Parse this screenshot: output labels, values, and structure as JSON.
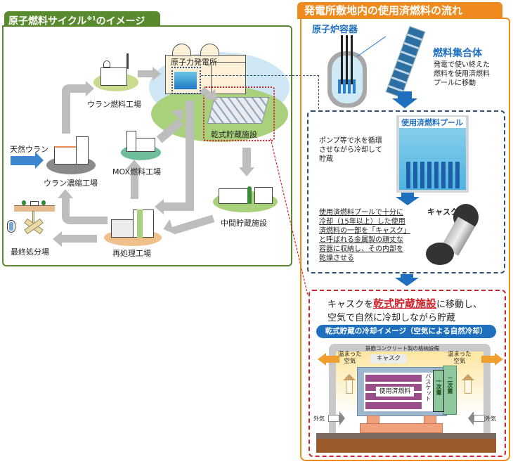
{
  "left": {
    "title": "原子燃料サイクル",
    "title_sup": "※1",
    "title_suffix": "のイメージ",
    "nodes": {
      "power_plant": "原子力発電所",
      "uranium_fuel_plant": "ウラン燃料工場",
      "natural_uranium": "天然ウラン",
      "enrichment_plant": "ウラン濃縮工場",
      "mox_plant": "MOX燃料工場",
      "dry_storage": "乾式貯蔵施設",
      "interim_storage": "中間貯蔵施設",
      "reprocessing_plant": "再処理工場",
      "final_disposal": "最終処分場"
    }
  },
  "right": {
    "title": "発電所敷地内の使用済燃料の流れ",
    "reactor_label": "原子炉容器",
    "fuel_assembly_label": "燃料集合体",
    "fuel_assembly_desc": [
      "発電で使い終えた",
      "燃料を使用済燃料",
      "プールに移動"
    ],
    "pool_label": "使用済燃料プール",
    "pool_desc": [
      "ポンプ等で水を循環",
      "させながら冷却して",
      "貯蔵"
    ],
    "cask_label": "キャスク",
    "cask_desc": [
      "使用済燃料プールで十分に",
      "冷却（15年以上）した使用",
      "済燃料の一部を「キャスク」",
      "と呼ばれる金属製の頑丈な",
      "容器に収納し、その内部を",
      "乾燥させる"
    ],
    "dry_intro_pre": "キャスクを",
    "dry_intro_highlight": "乾式貯蔵施設",
    "dry_intro_post": "に移動し、",
    "dry_intro_line2": "空気で自然に冷却しながら貯蔵",
    "cooling_banner": "乾式貯蔵の冷却イメージ（空気による自然冷却）",
    "facility_label": "鉄筋コンクリート製の格納設備",
    "warm_air_left": [
      "温まった",
      "空気"
    ],
    "warm_air_right": [
      "温まった",
      "空気"
    ],
    "cask_tag": "キャスク",
    "spent_fuel": "使用済燃料",
    "basket": "バスケット",
    "primary_lid": "一次蓋",
    "secondary_lid": "二次蓋",
    "outside_air_left": "外気",
    "outside_air_right": "外気"
  },
  "colors": {
    "green": "#5a8a2e",
    "orange": "#ef8a1e",
    "blue": "#1f6fbf",
    "red": "#d0222a",
    "navy_dash": "#2d4f7a"
  }
}
